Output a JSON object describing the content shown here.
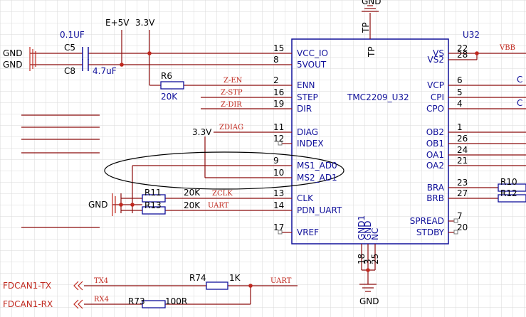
{
  "labels": {
    "gnd_top": "GND",
    "gnd1": "GND",
    "gnd2": "GND",
    "gnd3": "GND",
    "gnd_bottom": "GND",
    "cap_01uf": "0.1UF",
    "c5": "C5",
    "c8": "C8",
    "cap_47uf": "4.7uF",
    "pwr_5v": "E+5V",
    "pwr_33v_top": "3.3V",
    "pwr_33v_diag": "3.3V",
    "r6": "R6",
    "r6_val": "20K",
    "r11": "R11",
    "r11_val": "20K",
    "r13": "R13",
    "r13_val": "20K",
    "r74": "R74",
    "r74_val": "1K",
    "r73": "R73",
    "r73_val": "100R",
    "r10": "R10",
    "r12": "R12",
    "u32": "U32",
    "tmc": "TMC2209_U32",
    "vbb_net": "VBB",
    "c_right1": "C",
    "c_right2": "C",
    "tp_vertical": "TP",
    "tp_inner": "TP"
  },
  "nets": {
    "zen": "Z-EN",
    "zstp": "Z-STP",
    "zdir": "Z-DIR",
    "zdiag": "ZDIAG",
    "zclk": "ZCLK",
    "uart1": "UART",
    "uart2": "UART",
    "tx4": "TX4",
    "rx4": "RX4",
    "fdcan_tx": "FDCAN1-TX",
    "fdcan_rx": "FDCAN1-RX"
  },
  "left_pins": [
    {
      "num": "15",
      "name": "VCC_IO"
    },
    {
      "num": "8",
      "name": "5VOUT"
    },
    {
      "num": "2",
      "name": "ENN"
    },
    {
      "num": "16",
      "name": "STEP"
    },
    {
      "num": "19",
      "name": "DIR"
    },
    {
      "num": "11",
      "name": "DIAG"
    },
    {
      "num": "12",
      "name": "INDEX"
    },
    {
      "num": "9",
      "name": "MS1_AD0"
    },
    {
      "num": "10",
      "name": "MS2_AD1"
    },
    {
      "num": "13",
      "name": "CLK"
    },
    {
      "num": "14",
      "name": "PDN_UART"
    },
    {
      "num": "17",
      "name": "VREF"
    }
  ],
  "right_pins": [
    {
      "num": "22",
      "name": "VS"
    },
    {
      "num": "28",
      "name": "VS2"
    },
    {
      "num": "6",
      "name": "VCP"
    },
    {
      "num": "5",
      "name": "CPI"
    },
    {
      "num": "4",
      "name": "CPO"
    },
    {
      "num": "1",
      "name": "OB2"
    },
    {
      "num": "26",
      "name": "OB1"
    },
    {
      "num": "24",
      "name": "OA1"
    },
    {
      "num": "21",
      "name": "OA2"
    },
    {
      "num": "23",
      "name": "BRA"
    },
    {
      "num": "27",
      "name": "BRB"
    },
    {
      "num": "7",
      "name": "SPREAD"
    },
    {
      "num": "20",
      "name": "STDBY"
    }
  ],
  "bottom_pins": [
    {
      "num": "18",
      "name": "GND1"
    },
    {
      "num": "3",
      "name": "GND"
    },
    {
      "num": "25",
      "name": "NC"
    }
  ]
}
